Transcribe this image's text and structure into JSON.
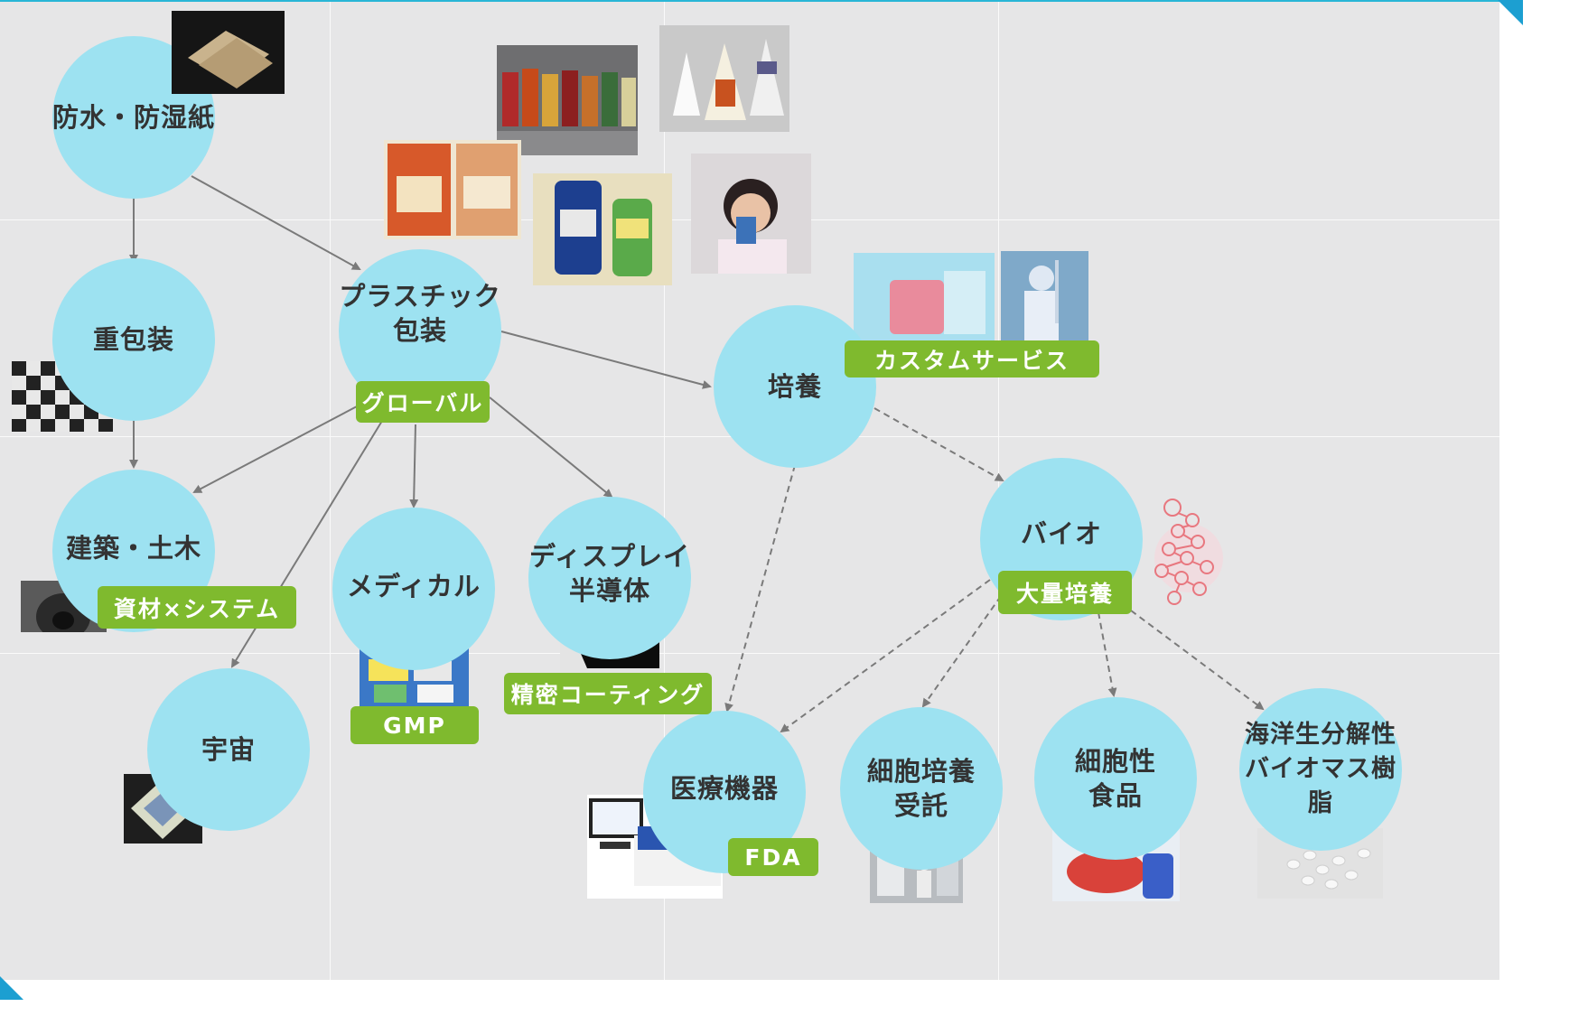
{
  "nodes": {
    "waterproof": "防水・防湿紙",
    "heavy_packaging": "重包装",
    "plastic_packaging": "プラスチック\n包装",
    "culture": "培養",
    "construction": "建築・土木",
    "medical": "メディカル",
    "display": "ディスプレイ\n半導体",
    "bio": "バイオ",
    "space": "宇宙",
    "medical_device": "医療機器",
    "cell_culture_contract": "細胞培養\n受託",
    "cell_food": "細胞性\n食品",
    "marine_biomass": "海洋生分解性\nバイオマス樹脂"
  },
  "badges": {
    "global": "グローバル",
    "custom_service": "カスタムサービス",
    "materials_system": "資材×システム",
    "gmp": "GMP",
    "precision_coating": "精密コーティング",
    "mass_culture": "大量培養",
    "fda": "FDA"
  },
  "colors": {
    "background": "#e6e6e7",
    "node_fill": "#9de2f1",
    "badge_fill": "#7fba2e",
    "arrow": "#777777",
    "accent": "#1c9fd1"
  },
  "images": [
    "paper-sheets-photo",
    "food-pouches-photo",
    "milk-cartons-photo",
    "miso-bags-photo",
    "refill-pouches-photo",
    "girl-drinking-photo",
    "culture-bag-photo",
    "cleanroom-worker-photo",
    "checker-mat-photo",
    "tunnel-photo",
    "space-sheet-photo",
    "medical-packages-photo",
    "black-film-photo",
    "molecule-icon",
    "analyzer-device-photo",
    "lab-room-photo",
    "meat-sample-photo",
    "resin-pellets-photo"
  ]
}
